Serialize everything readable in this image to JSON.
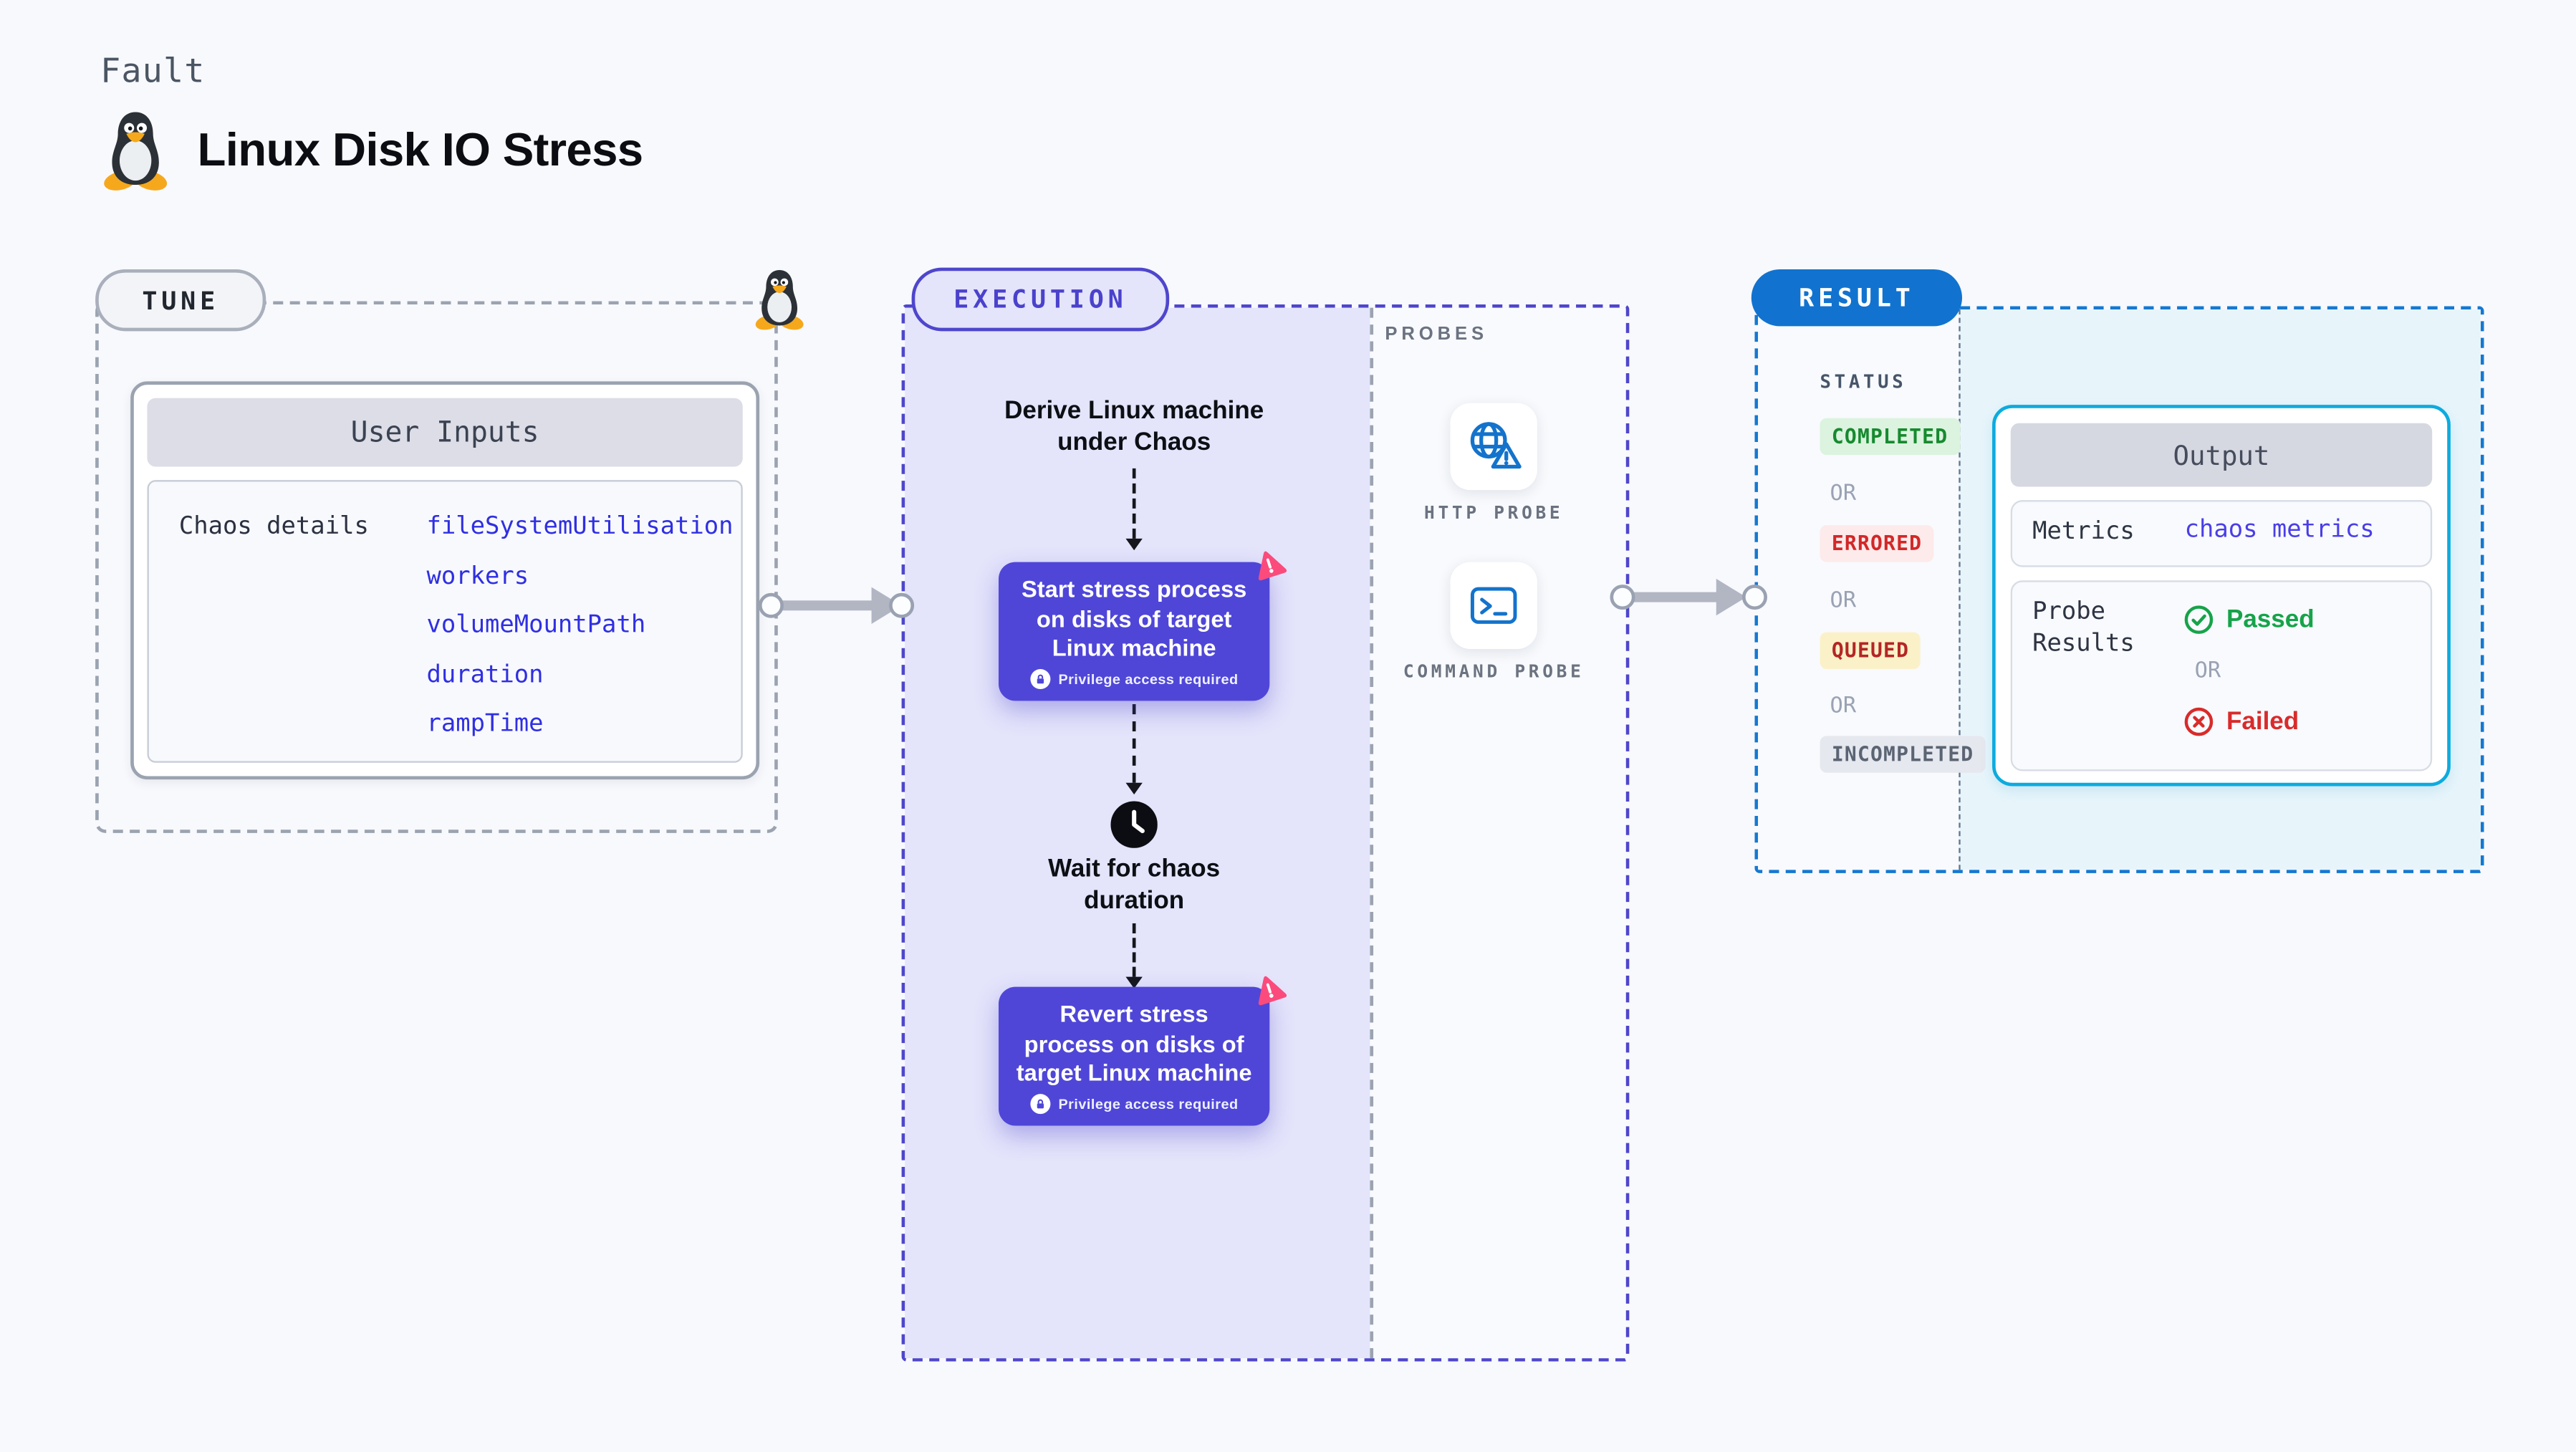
{
  "header": {
    "kicker": "Fault",
    "title": "Linux Disk IO Stress"
  },
  "tune": {
    "label": "TUNE",
    "card_title": "User Inputs",
    "row_label": "Chaos details",
    "values": [
      "fileSystemUtilisation",
      "workers",
      "volumeMountPath",
      "duration",
      "rampTime"
    ]
  },
  "execution": {
    "label": "EXECUTION",
    "derive_text": "Derive Linux machine under Chaos",
    "start_box": "Start stress process on disks of target Linux machine",
    "wait_text": "Wait for chaos duration",
    "revert_box": "Revert stress process on disks of target Linux machine",
    "privilege_note": "Privilege access required"
  },
  "probes": {
    "label": "PROBES",
    "items": [
      {
        "name": "HTTP PROBE",
        "icon": "globe-warning-icon"
      },
      {
        "name": "COMMAND PROBE",
        "icon": "terminal-icon"
      }
    ]
  },
  "result": {
    "label": "RESULT",
    "status_heading": "STATUS",
    "or_label": "OR",
    "statuses": [
      {
        "label": "COMPLETED",
        "text_color": "#168a2f",
        "bg_color": "#dcf3df"
      },
      {
        "label": "ERRORED",
        "text_color": "#d22828",
        "bg_color": "#fdeaea"
      },
      {
        "label": "QUEUED",
        "text_color": "#b42626",
        "bg_color": "#fbf1c9"
      },
      {
        "label": "INCOMPLETED",
        "text_color": "#5b6473",
        "bg_color": "#e6e8ef"
      }
    ],
    "output": {
      "title": "Output",
      "metrics_label": "Metrics",
      "metrics_value": "chaos metrics",
      "probe_results_label": "Probe Results",
      "passed_label": "Passed",
      "failed_label": "Failed"
    }
  },
  "colors": {
    "page_bg": "#f8f9fd",
    "tune_dash": "#9ba3b0",
    "execution_accent": "#4e46cc",
    "execution_fill": "#e4e4fb",
    "step_box": "#4f46d8",
    "litmus_pink": "#fb4b7c",
    "probe_icon_blue": "#1373cc",
    "result_dash": "#1478d1",
    "result_fill": "#e7f5fb",
    "output_border": "#0cabdf",
    "passed_green": "#16a34a",
    "failed_red": "#d92b2b",
    "arrow_gray": "#b2b6c3",
    "link_blue": "#2f2fe2"
  }
}
